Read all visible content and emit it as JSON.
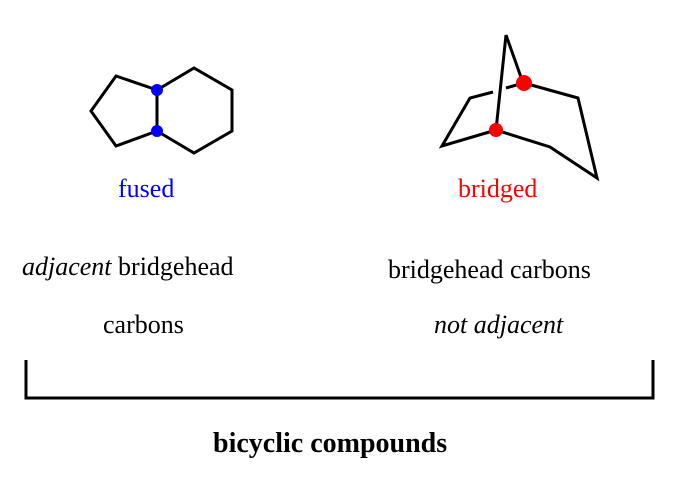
{
  "fused": {
    "label": "fused",
    "color": "#0000ff",
    "desc_italic": "adjacent",
    "desc_rest": " bridgehead",
    "desc_line2": "carbons"
  },
  "bridged": {
    "label": "bridged",
    "color": "#ff0000",
    "desc_line1": "bridgehead carbons",
    "desc_line2_italic": "not adjacent"
  },
  "footer": {
    "label": "bicyclic compounds"
  }
}
